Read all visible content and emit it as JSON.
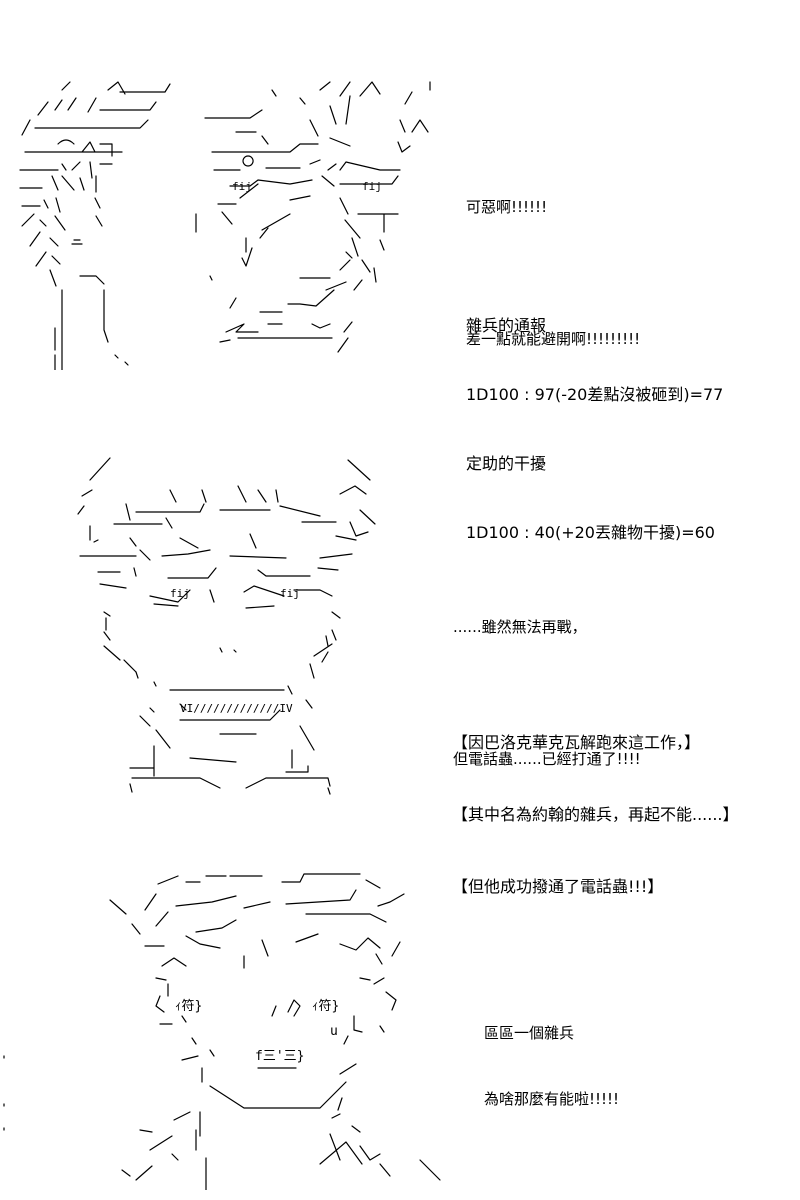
{
  "panels": [
    {
      "lines": [
        "可惡啊!!!!!!",
        "",
        "差一點就能避開啊!!!!!!!!!"
      ],
      "roll_lines": [
        "雜兵的通報",
        "1D100 : 97(-20差點沒被砸到)=77",
        "定助的干擾",
        "1D100 : 40(+20丟雜物干擾)=60"
      ]
    },
    {
      "lines": [
        "......雖然無法再戰，",
        "",
        "但電話蟲......已經打通了!!!!"
      ],
      "narration": [
        "【因巴洛克華克瓦解跑來這工作，】",
        "【其中名為約翰的雜兵，再起不能......】",
        "【但他成功撥通了電話蟲!!!】"
      ]
    },
    {
      "lines": [
        "區區一個雜兵",
        "為啥那麼有能啦!!!!!"
      ]
    }
  ],
  "art_text": {
    "p1_fij_left": "fij",
    "p1_fij_right": "fij",
    "p2_fij_left": "fij",
    "p2_fij_right": "fij",
    "p2_v": "VI/////////////IV",
    "p3_eye_left": "ｨ符}",
    "p3_eye_right": "ｨ符}",
    "p3_mouth": "f三'三}",
    "p3_u": "u"
  }
}
